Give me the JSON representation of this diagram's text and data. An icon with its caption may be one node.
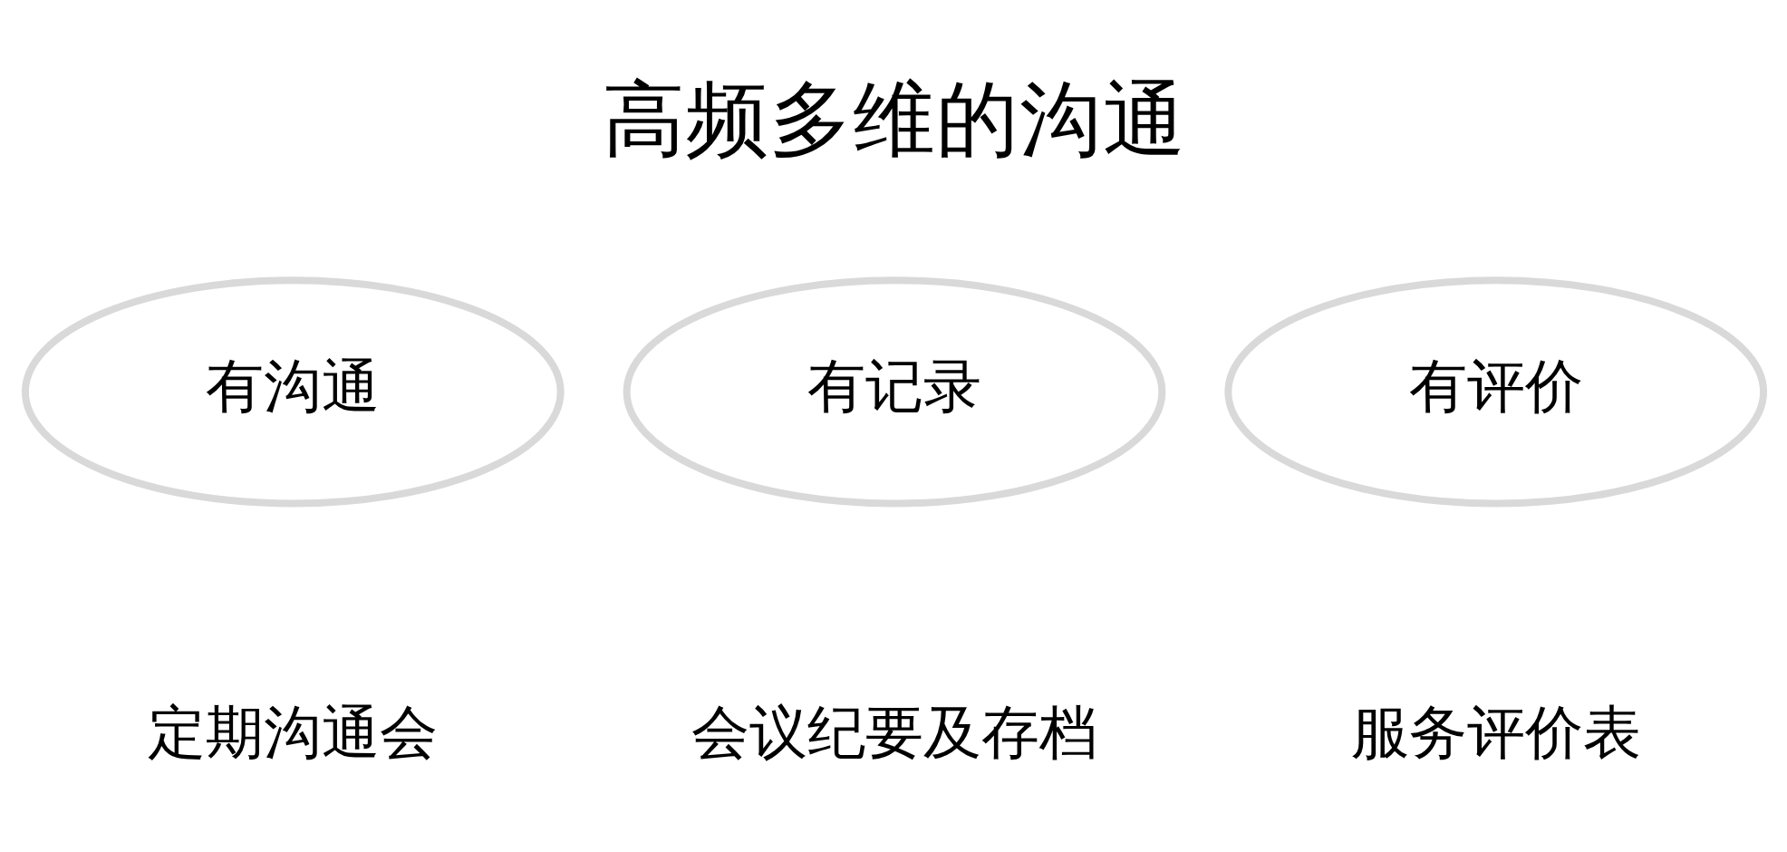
{
  "diagram": {
    "title": "高频多维的沟通",
    "nodes": [
      {
        "text": [
          "有沟通"
        ],
        "beside": [
          "定期沟通会"
        ]
      },
      {
        "text": [
          "有记录"
        ],
        "beside": [
          "会议纪要及存档"
        ]
      },
      {
        "text": [
          "有评价"
        ],
        "beside": [
          "服务评价表"
        ]
      }
    ],
    "edges": []
  }
}
